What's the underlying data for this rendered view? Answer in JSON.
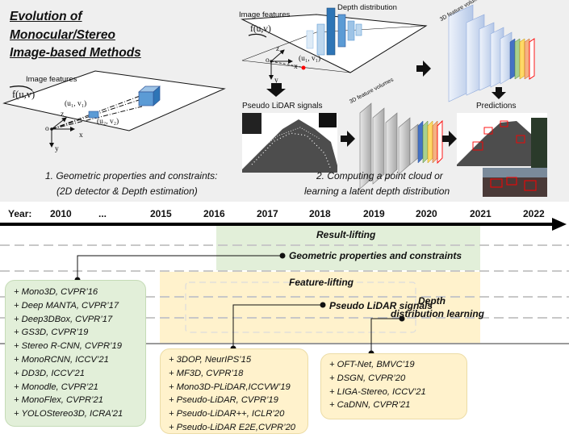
{
  "title": {
    "line1": "Evolution of",
    "line2": "Monocular/Stereo",
    "line3": "Image-based Methods"
  },
  "panel": {
    "image_features_left": "Image features",
    "f_uv_left": "f(u,v)",
    "u1v1_left": "(u₁, v₁)",
    "u2v2_left": "(u₂, v₂)",
    "axis_o": "o",
    "axis_x": "x",
    "axis_y": "y",
    "axis_z": "z",
    "caption1_line1": "1. Geometric properties and constraints:",
    "caption1_line2": "(2D detector & Depth estimation)",
    "image_features_mid": "Image features",
    "depth_distribution": "Depth distribution",
    "f_uv_mid": "f(u,v)",
    "u1v1_mid": "(u₁, v₁)",
    "pseudo_lidar_signals": "Pseudo LiDAR signals",
    "feature_volumes_mid": "3D feature volumes",
    "feature_volumes_top": "3D feature volumes",
    "predictions": "Predictions",
    "caption2_line1": "2. Computing a point cloud or",
    "caption2_line2": "learning a latent depth distribution"
  },
  "timeline": {
    "year_label": "Year:",
    "ticks": [
      "2010",
      "...",
      "2015",
      "2016",
      "2017",
      "2018",
      "2019",
      "2020",
      "2021",
      "2022"
    ]
  },
  "bands": {
    "result_lifting": "Result-lifting",
    "geometric": "Geometric properties and constraints",
    "feature_lifting": "Feature-lifting",
    "pseudo_lidar": "Pseudo LiDAR signals",
    "depth_line1": "Depth",
    "depth_line2": "distribution learning"
  },
  "boxes": {
    "geometric_methods": [
      "+ Mono3D, CVPR’16",
      "+ Deep MANTA, CVPR’17",
      "+ Deep3DBox, CVPR’17",
      "+ GS3D, CVPR’19",
      "+ Stereo R-CNN, CVPR’19",
      "+ MonoRCNN, ICCV’21",
      "+ DD3D, ICCV’21",
      "+ Monodle, CVPR’21",
      "+ MonoFlex, CVPR’21",
      "+ YOLOStereo3D, ICRA’21"
    ],
    "pseudo_lidar_methods": [
      "+ 3DOP, NeurIPS’15",
      "+ MF3D, CVPR’18",
      "+ Mono3D-PLiDAR,ICCVW’19",
      "+ Pseudo-LiDAR, CVPR’19",
      "+ Pseudo-LiDAR++, ICLR’20",
      "+ Pseudo-LiDAR E2E,CVPR’20"
    ],
    "depth_methods": [
      "+ OFT-Net, BMVC’19",
      "+ DSGN, CVPR’20",
      "+ LIGA-Stereo, ICCV’21",
      "+ CaDNN, CVPR’21"
    ]
  },
  "colors": {
    "panel_bg": "#efefef",
    "result_band": "#e2efd9",
    "feature_band": "#fff2cc",
    "green_box": "#e2efd9",
    "yellow_box": "#fff2cc",
    "cube_blue": "#5b9bd5",
    "feature_map_light": "#dae3f3",
    "prediction_box": "#ff0000"
  }
}
